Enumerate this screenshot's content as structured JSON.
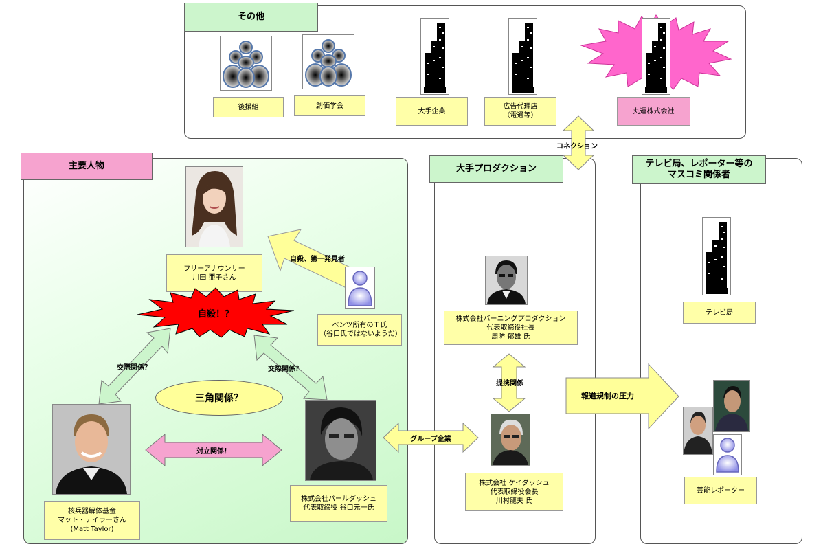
{
  "panels": {
    "other": {
      "title": "その他"
    },
    "main": {
      "title": "主要人物"
    },
    "production": {
      "title": "大手プロダクション"
    },
    "media": {
      "title": "テレビ局、レポーター等の\nマスコミ関係者"
    }
  },
  "other_items": {
    "koenkai": "後援組",
    "soka": "創価学会",
    "ote": "大手企業",
    "kokoku": "広告代理店\n（電通等）",
    "maruun": "丸運株式会社"
  },
  "people": {
    "kawada": "フリーアナウンサー\n川田 亜子さん",
    "benz": "ベンツ所有のＴ氏\n（谷口氏ではないようだ）",
    "taylor": "核兵器解体基金\nマット・テイラーさん\n(Matt Taylor)",
    "taniguchi": "株式会社パールダッシュ\n代表取締役 谷口元一氏",
    "burning": "株式会社バーニングプロダクション\n代表取締役社長\n周防 郁雄 氏",
    "keidash": "株式会社 ケイダッシュ\n代表取締役会長\n川村龍夫 氏",
    "tv": "テレビ局",
    "reporter": "芸能レポーター"
  },
  "labels": {
    "suicide": "自殺！？",
    "triangle": "三角関係？",
    "discoverer": "自殺、第一発見者",
    "relation_left": "交際関係？",
    "relation_right": "交際関係？",
    "opposition": "対立関係！",
    "group": "グループ企業",
    "alliance": "提携関係",
    "connection": "コネクション",
    "pressure": "報道規制の圧力"
  },
  "colors": {
    "green_tag": "#ccf5cc",
    "pink_tag": "#f6a3cf",
    "label_yellow": "#ffffa8",
    "arrow_yellow": "#ffff99",
    "arrow_green": "#ccf5cc",
    "arrow_pink": "#f6a3cf",
    "burst_red": "#ff0000",
    "burst_pink": "#ff66cc"
  }
}
